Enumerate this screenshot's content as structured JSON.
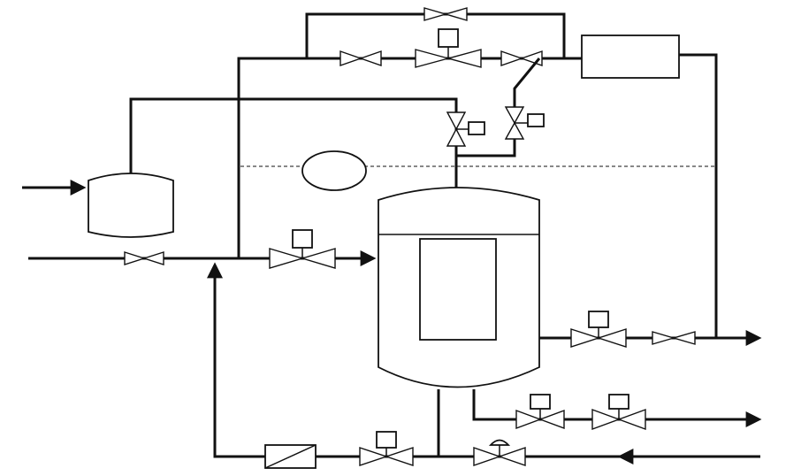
{
  "diagram": {
    "stroke_color": "#111111",
    "background": "#ffffff",
    "valve_types": [
      "gate-valve",
      "control-valve",
      "pressure-regulator-valve",
      "check-valve"
    ],
    "labels": {}
  }
}
